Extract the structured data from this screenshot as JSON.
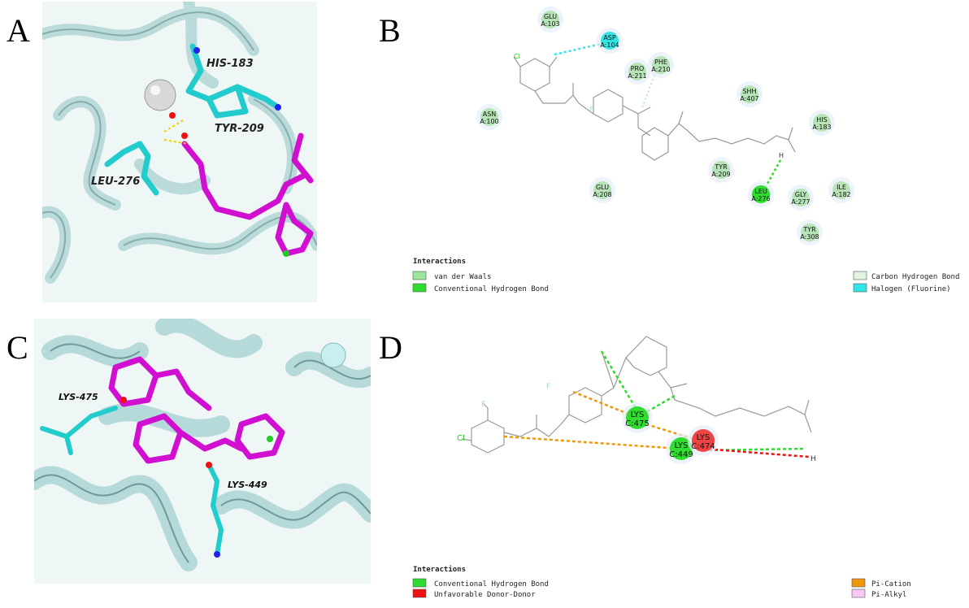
{
  "panels": {
    "A": {
      "letter": "A",
      "labels": {
        "his": "HIS-183",
        "tyr": "TYR-209",
        "leu": "LEU-276"
      }
    },
    "B": {
      "letter": "B"
    },
    "C": {
      "letter": "C",
      "labels": {
        "lys475": "LYS-475",
        "lys449": "LYS-449"
      }
    },
    "D": {
      "letter": "D"
    }
  },
  "diagramB": {
    "residues": [
      {
        "id": "glu103",
        "l1": "GLU",
        "l2": "A:103",
        "color": "#b7e4b7"
      },
      {
        "id": "asp104",
        "l1": "ASP",
        "l2": "A:104",
        "color": "#33e6e6"
      },
      {
        "id": "pro211",
        "l1": "PRO",
        "l2": "A:211",
        "color": "#b7e4b7"
      },
      {
        "id": "phe210",
        "l1": "PHE",
        "l2": "A:210",
        "color": "#b7e4b7"
      },
      {
        "id": "asn100",
        "l1": "ASN",
        "l2": "A:100",
        "color": "#b7e4b7"
      },
      {
        "id": "shh407",
        "l1": "SHH",
        "l2": "A:407",
        "color": "#b7e4b7"
      },
      {
        "id": "his183",
        "l1": "HIS",
        "l2": "A:183",
        "color": "#b7e4b7"
      },
      {
        "id": "tyr209",
        "l1": "TYR",
        "l2": "A:209",
        "color": "#b7e4b7"
      },
      {
        "id": "glu208",
        "l1": "GLU",
        "l2": "A:208",
        "color": "#b7e4b7"
      },
      {
        "id": "leu276",
        "l1": "LEU",
        "l2": "A:276",
        "color": "#2fdc2f"
      },
      {
        "id": "gly277",
        "l1": "GLY",
        "l2": "A:277",
        "color": "#b7e4b7"
      },
      {
        "id": "ile182",
        "l1": "ILE",
        "l2": "A:182",
        "color": "#b7e4b7"
      },
      {
        "id": "tyr308",
        "l1": "TYR",
        "l2": "A:308",
        "color": "#b7e4b7"
      }
    ],
    "atoms": {
      "cl": "Cl",
      "f": "F",
      "h": "H"
    },
    "legend": {
      "title": "Interactions",
      "items": [
        {
          "label": "van der Waals",
          "color": "#9de69d"
        },
        {
          "label": "Conventional Hydrogen Bond",
          "color": "#2fdc2f"
        },
        {
          "label": "Carbon Hydrogen Bond",
          "color": "#dff5df"
        },
        {
          "label": "Halogen (Fluorine)",
          "color": "#33e6e6"
        }
      ]
    }
  },
  "diagramD": {
    "residues": [
      {
        "id": "lys475",
        "l1": "LYS",
        "l2": "C:475",
        "color": "#2fdc2f"
      },
      {
        "id": "lys449",
        "l1": "LYS",
        "l2": "C:449",
        "color": "#2fdc2f"
      },
      {
        "id": "lys474",
        "l1": "LYS",
        "l2": "C:474",
        "color": "#ee4444"
      }
    ],
    "atoms": {
      "cl": "Cl",
      "f": "F",
      "h": "H"
    },
    "legend": {
      "title": "Interactions",
      "items": [
        {
          "label": "Conventional Hydrogen Bond",
          "color": "#2fdc2f"
        },
        {
          "label": "Unfavorable Donor-Donor",
          "color": "#ee1111"
        },
        {
          "label": "Pi-Cation",
          "color": "#f0960a"
        },
        {
          "label": "Pi-Alkyl",
          "color": "#f5c8f5"
        }
      ]
    }
  }
}
